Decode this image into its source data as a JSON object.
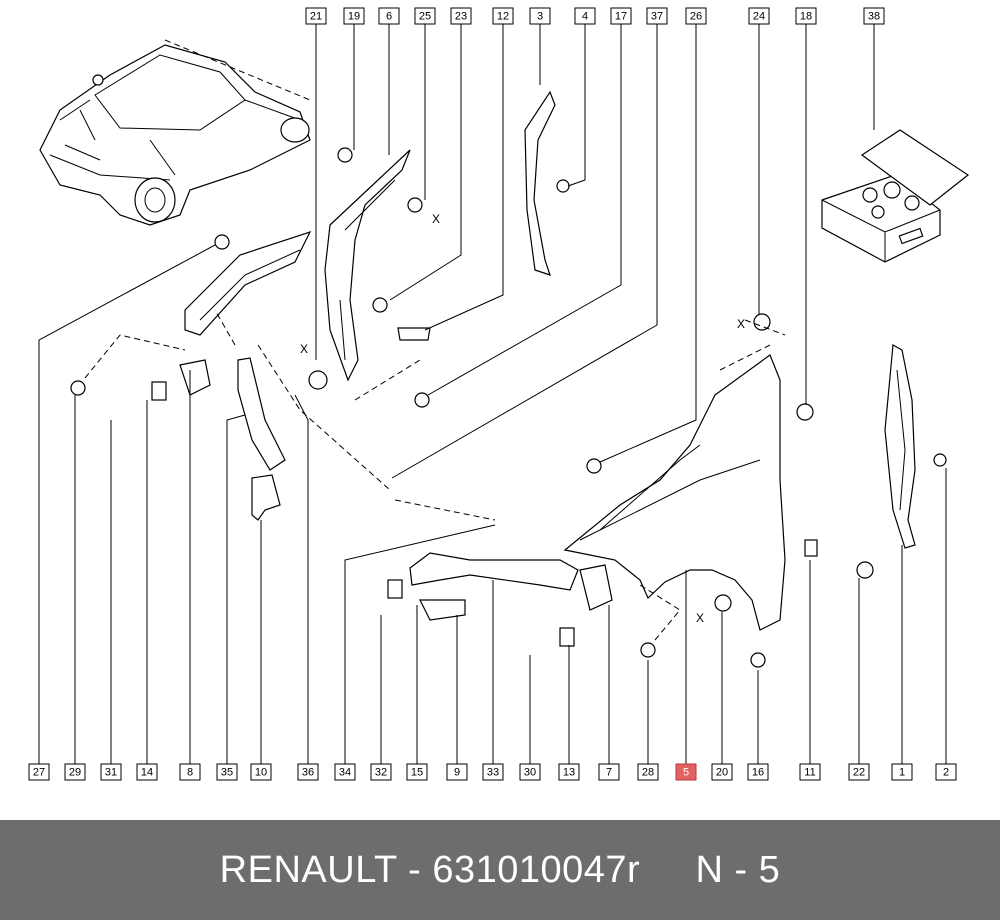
{
  "diagram": {
    "callouts_top": [
      "21",
      "19",
      "6",
      "25",
      "23",
      "12",
      "3",
      "4",
      "17",
      "37",
      "26",
      "24",
      "18",
      "38"
    ],
    "callouts_bottom": [
      "27",
      "29",
      "31",
      "14",
      "8",
      "35",
      "10",
      "36",
      "34",
      "32",
      "15",
      "9",
      "33",
      "30",
      "13",
      "7",
      "28",
      "5",
      "20",
      "16",
      "11",
      "22",
      "1",
      "2"
    ],
    "highlighted": "5",
    "highlight_color": "#e06262",
    "cross_marker": "X"
  },
  "footer": {
    "brand": "RENAULT",
    "separator": " - ",
    "part_number": "631010047r",
    "ref_label": "N - 5",
    "background": "#6d6d6d"
  }
}
